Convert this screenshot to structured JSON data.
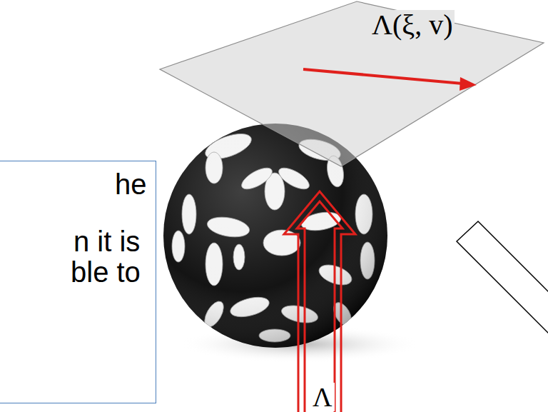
{
  "diagram": {
    "nodes": [
      {
        "text": [
          "he",
          "n it is",
          "ble to"
        ]
      }
    ],
    "labels": [
      "Λ(ξ, v)",
      "Λ"
    ]
  }
}
